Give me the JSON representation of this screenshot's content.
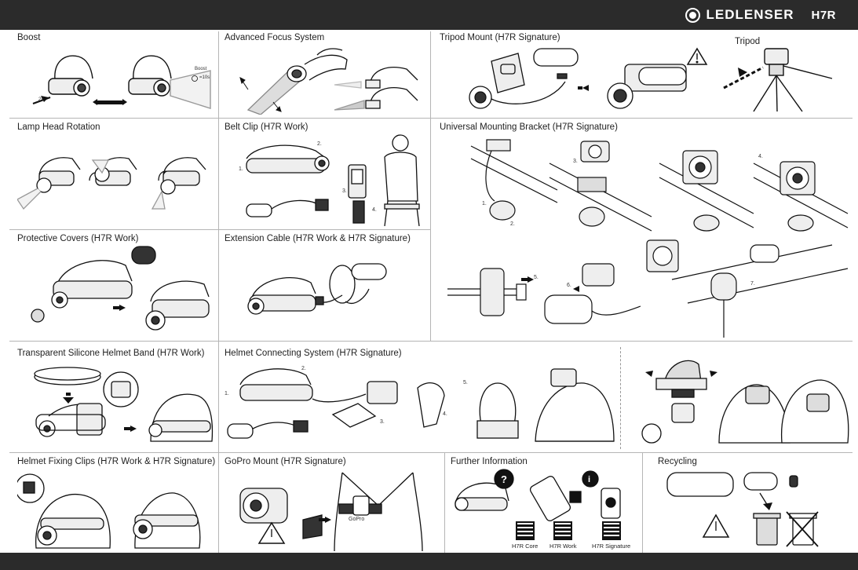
{
  "brand": {
    "name": "LEDLENSER",
    "model": "H7R"
  },
  "sections": {
    "boost": {
      "title": "Boost",
      "press_label": "2x",
      "boost_label": "Boost",
      "boost_time": "=10s"
    },
    "focus": {
      "title": "Advanced Focus System"
    },
    "tripod": {
      "title": "Tripod Mount (H7R Signature)",
      "tripod_label": "Tripod"
    },
    "rotation": {
      "title": "Lamp Head Rotation"
    },
    "beltclip": {
      "title": "Belt Clip (H7R Work)",
      "step1": "1.",
      "step2": "2.",
      "step3": "3.",
      "step4": "4."
    },
    "bracket": {
      "title": "Universal Mounting Bracket (H7R Signature)",
      "step1": "1.",
      "step2": "2.",
      "step3": "3.",
      "step4": "4.",
      "step5": "5.",
      "step6": "6.",
      "step7": "7."
    },
    "covers": {
      "title": "Protective Covers (H7R Work)"
    },
    "extension": {
      "title": "Extension Cable (H7R Work & H7R Signature)"
    },
    "silicone": {
      "title": "Transparent Silicone Helmet Band (H7R Work)"
    },
    "helmetsys": {
      "title": "Helmet Connecting System (H7R Signature)",
      "step1": "1.",
      "step2": "2.",
      "step3": "3.",
      "step4": "4.",
      "step5": "5."
    },
    "clips": {
      "title": "Helmet Fixing Clips (H7R Work & H7R Signature)"
    },
    "gopro": {
      "title": "GoPro Mount (H7R Signature)",
      "gopro_label": "GoPro"
    },
    "info": {
      "title": "Further Information",
      "qr1": "H7R Core",
      "qr2": "H7R Work",
      "qr3": "H7R Signature"
    },
    "recycling": {
      "title": "Recycling"
    }
  }
}
